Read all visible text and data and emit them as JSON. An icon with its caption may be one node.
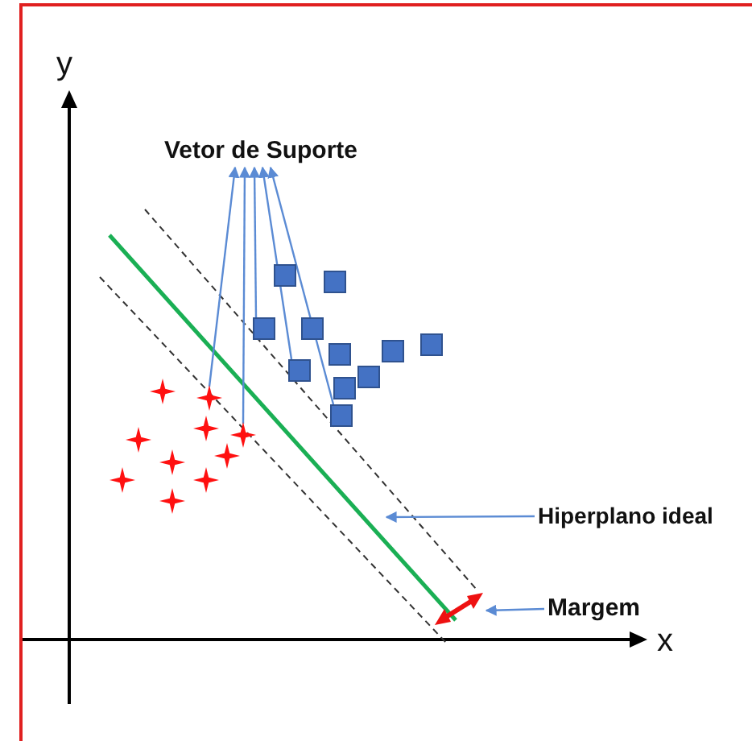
{
  "diagram": {
    "nodes": [
      {
        "text": [
          "Vetor de Suporte"
        ]
      },
      {
        "text": [
          "Hiperplano ideal"
        ]
      },
      {
        "text": [
          "Margem"
        ]
      },
      {
        "text": [],
        "shape": "star"
      },
      {
        "text": [],
        "shape": "star"
      },
      {
        "text": [],
        "shape": "box"
      },
      {
        "text": [],
        "shape": "box"
      },
      {
        "text": [],
        "shape": "box"
      },
      {
        "text": [],
        "shape": "box"
      },
      {
        "text": [],
        "shape": "box"
      },
      {
        "text": [],
        "shape": "box"
      },
      {
        "text": [],
        "shape": "box"
      },
      {
        "text": [],
        "shape": "box"
      },
      {
        "text": [],
        "shape": "box"
      },
      {
        "text": [],
        "shape": "box"
      },
      {
        "text": [],
        "shape": "box"
      },
      {
        "text": [],
        "shape": "star"
      },
      {
        "text": [],
        "shape": "star"
      },
      {
        "text": [],
        "shape": "star"
      },
      {
        "text": [],
        "shape": "star"
      },
      {
        "text": [],
        "shape": "star"
      },
      {
        "text": [],
        "shape": "star"
      },
      {
        "text": [],
        "shape": "star"
      },
      {
        "text": [],
        "shape": "star"
      }
    ],
    "edges": [
      {
        "from": 3,
        "to": 0,
        "arrow": "to"
      },
      {
        "from": 4,
        "to": 0,
        "arrow": "to"
      },
      {
        "from": 5,
        "to": 0,
        "arrow": "to"
      },
      {
        "from": 6,
        "to": 0,
        "arrow": "to"
      },
      {
        "from": 7,
        "to": 0,
        "arrow": "to"
      },
      {
        "from": 1,
        "to": null,
        "arrow": "to"
      },
      {
        "from": 2,
        "to": null,
        "arrow": "to"
      }
    ],
    "labels": [
      "y",
      "x"
    ]
  }
}
